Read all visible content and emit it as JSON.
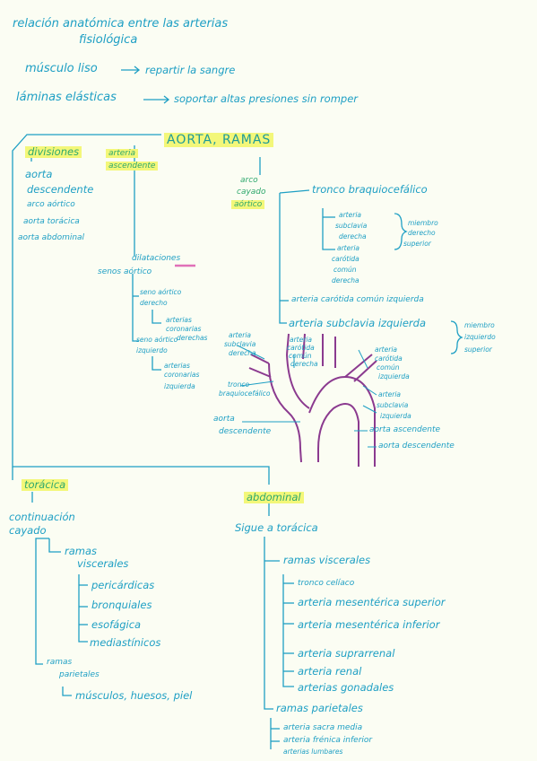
{
  "header": {
    "line1": "relación anatómica entre las arterias",
    "line2": "fisiológica",
    "muscle_label": "músculo liso",
    "muscle_desc": "repartir la sangre",
    "elastic_label": "láminas elásticas",
    "elastic_desc": "soportar altas presiones sin romper"
  },
  "main_title": "AORTA, RAMAS",
  "divisiones": {
    "heading": "divisiones",
    "items": [
      "aorta",
      "descendente",
      "arco aórtico",
      "aorta torácica",
      "aorta abdominal"
    ]
  },
  "ascendente": {
    "heading": [
      "arteria",
      "ascendente"
    ],
    "dilataciones": "dilataciones",
    "senos": "senos aórtico",
    "seno_derecho": [
      "seno aórtico",
      "derecho"
    ],
    "arterias_derechas": [
      "arterias",
      "coronarias",
      "derechas"
    ],
    "seno_izquierdo": [
      "seno aórtico",
      "izquierdo"
    ],
    "arterias_izquierdas": [
      "arterias",
      "coronarias",
      "izquierda"
    ]
  },
  "arco": {
    "heading": [
      "arco",
      "cayado",
      "aórtico"
    ],
    "tronco": "tronco braquiocefálico",
    "subclavia_derecha": [
      "arteria",
      "subclavia",
      "derecha"
    ],
    "brace_label": [
      "miembro",
      "derecho",
      "superior"
    ],
    "carotida_derecha": [
      "arteria",
      "carótida",
      "común",
      "derecha"
    ],
    "carotida_izquierda": "arteria carótida común izquierda",
    "subclavia_izquierda": "arteria subclavia izquierda",
    "brace_label2": [
      "miembro",
      "izquierdo",
      "superior"
    ]
  },
  "diagram_labels": {
    "subclavia_der": [
      "arteria",
      "subclavia",
      "derecha"
    ],
    "carotida_der": [
      "arteria",
      "carótida",
      "común",
      "derecha"
    ],
    "tronco": [
      "tronco",
      "braquiocefálico"
    ],
    "aorta_desc": [
      "aorta",
      "descendente"
    ],
    "carotida_izq": [
      "arteria",
      "carótida",
      "común",
      "izquierda"
    ],
    "subclavia_izq": [
      "arteria",
      "subclavia",
      "izquierda"
    ],
    "ascendente": "aorta ascendente",
    "descendente": "aorta descendente"
  },
  "toracica": {
    "heading": "torácica",
    "continuacion": [
      "continuación",
      "cayado"
    ],
    "viscerales": [
      "ramas",
      "viscerales"
    ],
    "items": [
      "pericárdicas",
      "bronquiales",
      "esofágica",
      "mediastínicos"
    ],
    "parietales": [
      "ramas",
      "parietales"
    ],
    "parietal_items": "músculos, huesos, piel"
  },
  "abdominal": {
    "heading": "abdominal",
    "sigue": "Sigue a torácica",
    "viscerales": "ramas viscerales",
    "items": [
      "tronco celíaco",
      "arteria mesentérica superior",
      "arteria mesentérica inferior",
      "arteria suprarrenal",
      "arteria renal",
      "arterias gonadales"
    ],
    "parietales": "ramas parietales",
    "parietal_items": [
      "arteria sacra media",
      "arteria frénica inferior",
      "arterias lumbares"
    ]
  },
  "colors": {
    "ink": "#1e9fc4",
    "highlight": "#f3f779",
    "vessel": "#8b3a8f"
  }
}
